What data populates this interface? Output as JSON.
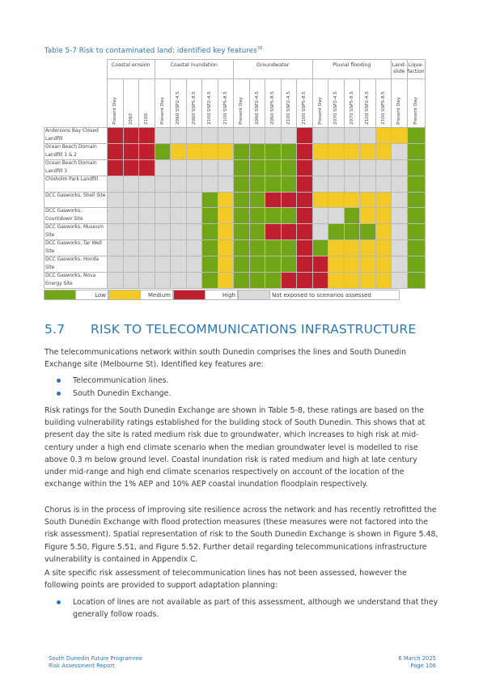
{
  "caption": {
    "text": "Table 5-7 Risk to contaminated land: identified key features",
    "footnote_ref": "38"
  },
  "table": {
    "groups": [
      {
        "label": "Coastal erosion",
        "span": 3
      },
      {
        "label": "Coastal inundation",
        "span": 5
      },
      {
        "label": "Groundwater",
        "span": 5
      },
      {
        "label": "Pluvial flooding",
        "span": 5
      },
      {
        "label": "Land-slide",
        "span": 1
      },
      {
        "label": "Lique-faction",
        "span": 1
      }
    ],
    "subheaders": [
      "Present Day",
      "2060",
      "2100",
      "Present Day",
      "2060 SSP2-4.5",
      "2060 SSP5-8.5",
      "2100 SSP2-4.5",
      "2100 SSP5-8.5",
      "Present Day",
      "2060 SSP2-4.5",
      "2060 SSP5-8.5",
      "2100 SSP2-4.5",
      "2100 SSP5-8.5",
      "Present Day",
      "2070 SSP2-4.5",
      "2070 SSP5-8.5",
      "2100 SSP2-4.5",
      "2100 SSP5-8.5",
      "Present Day",
      "Present Day"
    ],
    "rows": [
      {
        "label": "Andersons Bay Closed Landfill",
        "cells": "rrrxxxxxxxxxrxxxxyyg"
      },
      {
        "label": "Ocean Beach Domain Landfill 1 & 2",
        "cells": "rrrgyyyyggggryyyyyxg"
      },
      {
        "label": "Ocean Beach Domain Landfill 3",
        "cells": "rrrxxxxxggggrxxxxxxg"
      },
      {
        "label": "Chisholm Park Landfill",
        "cells": "xxxxxxxxggggrxxxxxxg"
      },
      {
        "label": "DCC Gasworks, Shell Site",
        "cells": "xxxxxxgyggrrryyyyyxg"
      },
      {
        "label": "DCC Gasworks, Countdown Site",
        "cells": "xxxxxxgyggggrxxgyyxg"
      },
      {
        "label": "DCC Gasworks, Museum Site",
        "cells": "xxxxxxgyggrrrxgggyxg"
      },
      {
        "label": "DCC Gasworks, Tar Well Site",
        "cells": "xxxxxxgyggggrgyyyyxg"
      },
      {
        "label": "DCC Gasworks, Honda Site",
        "cells": "xxxxxxgyggggrryyyyxg"
      },
      {
        "label": "DCC Gasworks, Nova Energy Site",
        "cells": "xxxxxxgygggrrryyyyxg"
      }
    ]
  },
  "legend": [
    {
      "color": "#72a417",
      "label": "Low"
    },
    {
      "color": "#f2c925",
      "label": "Medium"
    },
    {
      "color": "#c0202e",
      "label": "High"
    },
    {
      "color": "#d9d9d9",
      "label": "Not exposed to scenarios assessed"
    }
  ],
  "colors": {
    "g": "#72a417",
    "y": "#f2c925",
    "r": "#c0202e",
    "x": "#d9d9d9",
    "accent": "#2c77b5"
  },
  "section": {
    "number": "5.7",
    "title": "RISK TO TELECOMMUNICATIONS INFRASTRUCTURE",
    "intro": "The telecommunications network within south Dunedin comprises the lines and South Dunedin Exchange site (Melbourne St). Identified key features are:",
    "features": [
      "Telecommunication lines.",
      "South Dunedin Exchange."
    ],
    "para1": "Risk ratings for the South Dunedin Exchange are shown in Table 5-8, these ratings are based on the building vulnerability ratings established for the building stock of South Dunedin. This shows that at present day the site is rated medium risk due to groundwater, which increases to high risk at mid-century under a high end climate scenario when the median groundwater level is modelled to rise above 0.3 m below ground level. Coastal inundation risk is rated medium and high at late century under mid-range and high end climate scenarios respectively on account of the location of the exchange within the 1% AEP and 10% AEP coastal inundation floodplain respectively.",
    "para2": "Chorus is in the process of improving site resilience across the network and has recently retrofitted the South Dunedin Exchange with flood protection measures (these measures were not factored into the risk assessment). Spatial representation of risk to the South Dunedin Exchange is shown in Figure 5.48, Figure 5.50, Figure 5.51, and Figure 5.52. Further detail regarding telecommunications infrastructure vulnerability is contained in Appendix C.",
    "para3": "A site specific risk assessment of telecommunication lines has not been assessed, however the following points are provided to support adaptation planning:",
    "points": [
      "Location of lines are not available as part of this assessment, although we understand that they generally follow roads."
    ]
  },
  "footer": {
    "left_line1": "South Dunedin Future Programme",
    "left_line2": "Risk Assessment Report",
    "right_line1": "6 March 2025",
    "right_line2": "Page 106"
  }
}
